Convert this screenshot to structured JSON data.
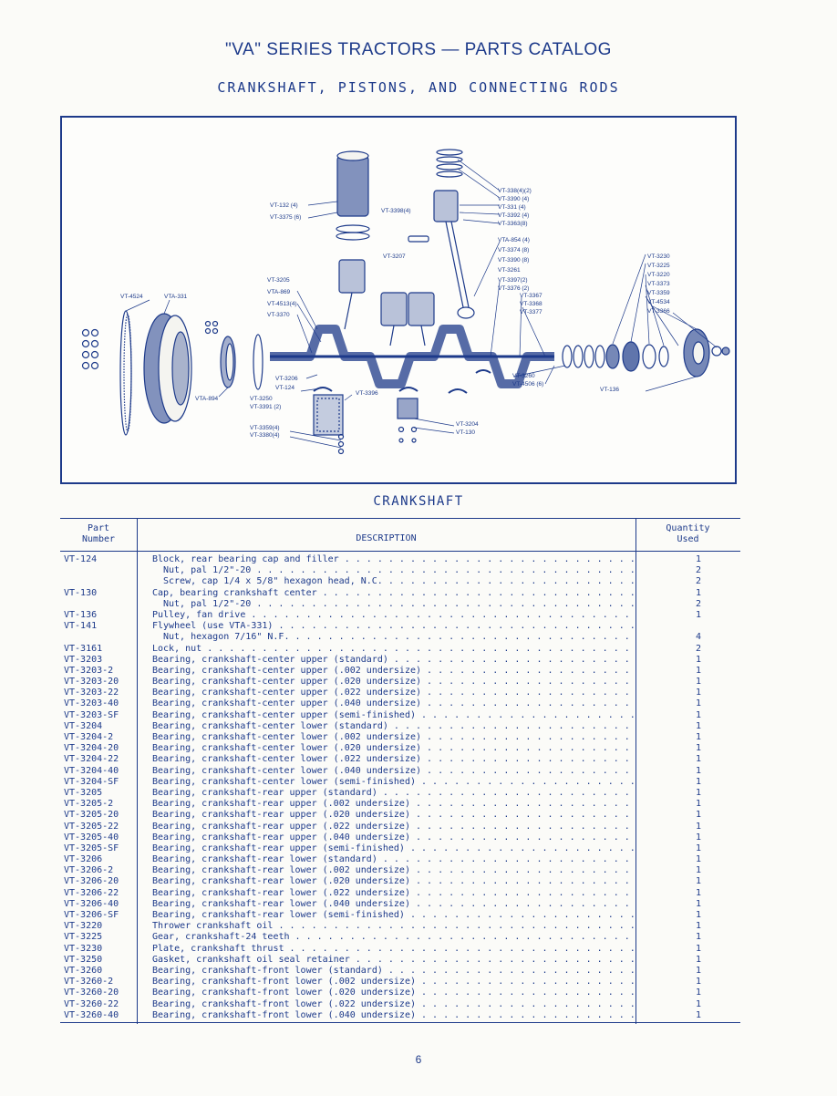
{
  "header": {
    "title": "\"VA\" SERIES TRACTORS — PARTS CATALOG",
    "subtitle": "CRANKSHAFT, PISTONS, AND CONNECTING RODS"
  },
  "figure": {
    "callouts": {
      "c01": "VT-338(4)(2)",
      "c02": "VT-3390 (4)",
      "c03": "VT-331 (4)",
      "c04": "VT-3392 (4)",
      "c05": "VT-3363(8)",
      "c06": "VT-3398(4)",
      "c07": "VT-132 (4)",
      "c08": "VT-3375 (6)",
      "c09": "VTA-854 (4)",
      "c10": "VT-3374 (8)",
      "c11": "VT-3390 (8)",
      "c12": "VT-3207",
      "c13": "VT-3261",
      "c14": "VT-3397(2)",
      "c15": "VT-3376 (2)",
      "c16": "VT-3367",
      "c17": "VT-3368",
      "c18": "VT-3377",
      "c19": "VT-3205",
      "c20": "VTA-869",
      "c21": "VT-4513(4)",
      "c22": "VT-3370",
      "c23": "VT-4524",
      "c24": "VTA-331",
      "c25": "VT-3230",
      "c26": "VT-3225",
      "c27": "VT-3220",
      "c28": "VT-3373",
      "c29": "VT-3359",
      "c30": "VT-4534",
      "c31": "VT-3366",
      "c32": "VT-3260",
      "c33": "VT-4506 (6)",
      "c34": "VT-136",
      "c35": "VT-3206",
      "c36": "VT-124",
      "c37": "VT-3396",
      "c38": "VT-3250",
      "c39": "VT-3391 (2)",
      "c40": "VTA-894",
      "c41": "VT-3359(4)",
      "c42": "VT-3380(4)",
      "c43": "VT-3204",
      "c44": "VT-130"
    }
  },
  "section": {
    "title": "CRANKSHAFT"
  },
  "table": {
    "headers": {
      "part_number": "Part\nNumber",
      "description": "DESCRIPTION",
      "quantity": "Quantity\nUsed"
    },
    "rows": [
      {
        "part": "VT-124",
        "desc": "Block, rear bearing cap and filler",
        "qty": "1",
        "indent": false
      },
      {
        "part": "",
        "desc": "Nut, pal 1/2\"-20",
        "qty": "2",
        "indent": true
      },
      {
        "part": "",
        "desc": "Screw, cap 1/4 x 5/8\" hexagon head, N.C.",
        "qty": "2",
        "indent": true
      },
      {
        "part": "VT-130",
        "desc": "Cap, bearing crankshaft center",
        "qty": "1",
        "indent": false
      },
      {
        "part": "",
        "desc": "Nut, pal 1/2\"-20",
        "qty": "2",
        "indent": true
      },
      {
        "part": "VT-136",
        "desc": "Pulley, fan drive",
        "qty": "1",
        "indent": false
      },
      {
        "part": "VT-141",
        "desc": "Flywheel (use VTA-331)",
        "qty": "",
        "indent": false
      },
      {
        "part": "",
        "desc": "Nut, hexagon 7/16\" N.F.",
        "qty": "4",
        "indent": true
      },
      {
        "part": "VT-3161",
        "desc": "Lock, nut",
        "qty": "2",
        "indent": false
      },
      {
        "part": "VT-3203",
        "desc": "Bearing, crankshaft-center upper (standard)",
        "qty": "1",
        "indent": false
      },
      {
        "part": "VT-3203-2",
        "desc": "Bearing, crankshaft-center upper (.002 undersize)",
        "qty": "1",
        "indent": false
      },
      {
        "part": "VT-3203-20",
        "desc": "Bearing, crankshaft-center upper (.020 undersize)",
        "qty": "1",
        "indent": false
      },
      {
        "part": "VT-3203-22",
        "desc": "Bearing, crankshaft-center upper (.022 undersize)",
        "qty": "1",
        "indent": false
      },
      {
        "part": "VT-3203-40",
        "desc": "Bearing, crankshaft-center upper (.040 undersize)",
        "qty": "1",
        "indent": false
      },
      {
        "part": "VT-3203-SF",
        "desc": "Bearing, crankshaft-center upper (semi-finished)",
        "qty": "1",
        "indent": false
      },
      {
        "part": "VT-3204",
        "desc": "Bearing, crankshaft-center lower (standard)",
        "qty": "1",
        "indent": false
      },
      {
        "part": "VT-3204-2",
        "desc": "Bearing, crankshaft-center lower (.002 undersize)",
        "qty": "1",
        "indent": false
      },
      {
        "part": "VT-3204-20",
        "desc": "Bearing, crankshaft-center lower (.020 undersize)",
        "qty": "1",
        "indent": false
      },
      {
        "part": "VT-3204-22",
        "desc": "Bearing, crankshaft-center lower (.022 undersize)",
        "qty": "1",
        "indent": false
      },
      {
        "part": "VT-3204-40",
        "desc": "Bearing, crankshaft-center lower (.040 undersize)",
        "qty": "1",
        "indent": false
      },
      {
        "part": "VT-3204-SF",
        "desc": "Bearing, crankshaft-center lower (semi-finished)",
        "qty": "1",
        "indent": false
      },
      {
        "part": "VT-3205",
        "desc": "Bearing, crankshaft-rear upper (standard)",
        "qty": "1",
        "indent": false
      },
      {
        "part": "VT-3205-2",
        "desc": "Bearing, crankshaft-rear upper (.002 undersize)",
        "qty": "1",
        "indent": false
      },
      {
        "part": "VT-3205-20",
        "desc": "Bearing, crankshaft-rear upper (.020 undersize)",
        "qty": "1",
        "indent": false
      },
      {
        "part": "VT-3205-22",
        "desc": "Bearing, crankshaft-rear upper (.022 undersize)",
        "qty": "1",
        "indent": false
      },
      {
        "part": "VT-3205-40",
        "desc": "Bearing, crankshaft-rear upper (.040 undersize)",
        "qty": "1",
        "indent": false
      },
      {
        "part": "VT-3205-SF",
        "desc": "Bearing, crankshaft-rear upper (semi-finished)",
        "qty": "1",
        "indent": false
      },
      {
        "part": "VT-3206",
        "desc": "Bearing, crankshaft-rear lower (standard)",
        "qty": "1",
        "indent": false
      },
      {
        "part": "VT-3206-2",
        "desc": "Bearing, crankshaft-rear lower (.002 undersize)",
        "qty": "1",
        "indent": false
      },
      {
        "part": "VT-3206-20",
        "desc": "Bearing, crankshaft-rear lower (.020 undersize)",
        "qty": "1",
        "indent": false
      },
      {
        "part": "VT-3206-22",
        "desc": "Bearing, crankshaft-rear lower (.022 undersize)",
        "qty": "1",
        "indent": false
      },
      {
        "part": "VT-3206-40",
        "desc": "Bearing, crankshaft-rear lower (.040 undersize)",
        "qty": "1",
        "indent": false
      },
      {
        "part": "VT-3206-SF",
        "desc": "Bearing, crankshaft-rear lower (semi-finished)",
        "qty": "1",
        "indent": false
      },
      {
        "part": "VT-3220",
        "desc": "Thrower crankshaft oil",
        "qty": "1",
        "indent": false
      },
      {
        "part": "VT-3225",
        "desc": "Gear, crankshaft-24 teeth",
        "qty": "1",
        "indent": false
      },
      {
        "part": "VT-3230",
        "desc": "Plate, crankshaft thrust",
        "qty": "1",
        "indent": false
      },
      {
        "part": "VT-3250",
        "desc": "Gasket, crankshaft oil seal retainer",
        "qty": "1",
        "indent": false
      },
      {
        "part": "VT-3260",
        "desc": "Bearing, crankshaft-front lower (standard)",
        "qty": "1",
        "indent": false
      },
      {
        "part": "VT-3260-2",
        "desc": "Bearing, crankshaft-front lower (.002 undersize)",
        "qty": "1",
        "indent": false
      },
      {
        "part": "VT-3260-20",
        "desc": "Bearing, crankshaft-front lower (.020 undersize)",
        "qty": "1",
        "indent": false
      },
      {
        "part": "VT-3260-22",
        "desc": "Bearing, crankshaft-front lower (.022 undersize)",
        "qty": "1",
        "indent": false
      },
      {
        "part": "VT-3260-40",
        "desc": "Bearing, crankshaft-front lower (.040 undersize)",
        "qty": "1",
        "indent": false
      }
    ]
  },
  "footer": {
    "page_number": "6"
  }
}
